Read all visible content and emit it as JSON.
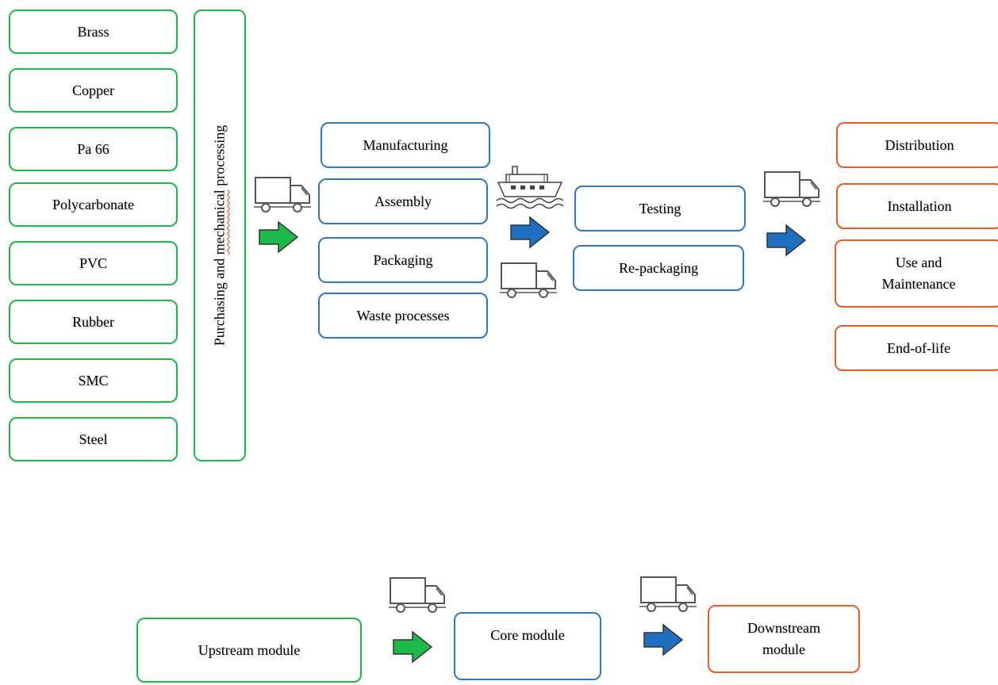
{
  "upstream": {
    "materials": [
      "Brass",
      "Copper",
      "Pa 66",
      "Polycarbonate",
      "PVC",
      "Rubber",
      "SMC",
      "Steel"
    ],
    "processing_pre": "Purchasing and ",
    "processing_word1": "mechanical",
    "processing_word2": "processing",
    "processing_sep": " "
  },
  "core": {
    "steps": [
      "Manufacturing",
      "Assembly",
      "Packaging",
      "Waste processes"
    ],
    "testing": "Testing",
    "repackaging": "Re-packaging"
  },
  "downstream": {
    "steps": [
      "Distribution",
      "Installation",
      "Use and Maintenance",
      "End-of-life"
    ]
  },
  "legend": {
    "upstream": "Upstream module",
    "core": "Core module",
    "downstream": "Downstream module"
  },
  "colors": {
    "upstream": "#1db94a",
    "core": "#2a7ac1",
    "downstream": "#ee5a24"
  },
  "icons": [
    "truck-icon",
    "ship-icon",
    "arrow-right-icon"
  ]
}
